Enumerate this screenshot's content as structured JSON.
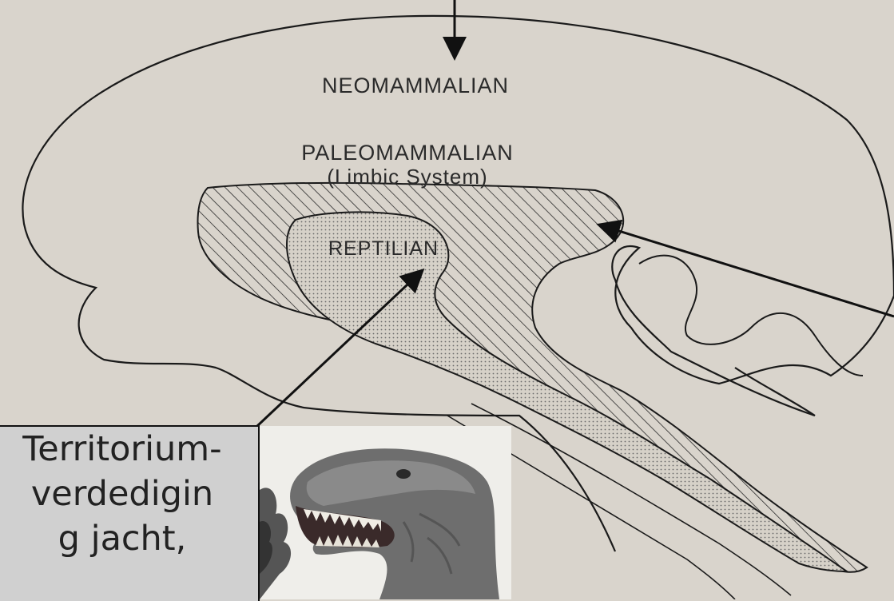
{
  "labels": {
    "neomammalian": "NEOMAMMALIAN",
    "paleomammalian": "PALEOMAMMALIAN",
    "paleomammalian_sub": "(Limbic System)",
    "reptilian": "REPTILIAN"
  },
  "callout": {
    "text": "Territorium-\nverdedigin\ng jacht,"
  },
  "colors": {
    "paper": "#d9d4cc",
    "line": "#1a1a1a",
    "callout_bg": "#d0d0d0"
  },
  "icons": {
    "photo": "dinosaur-photo"
  }
}
